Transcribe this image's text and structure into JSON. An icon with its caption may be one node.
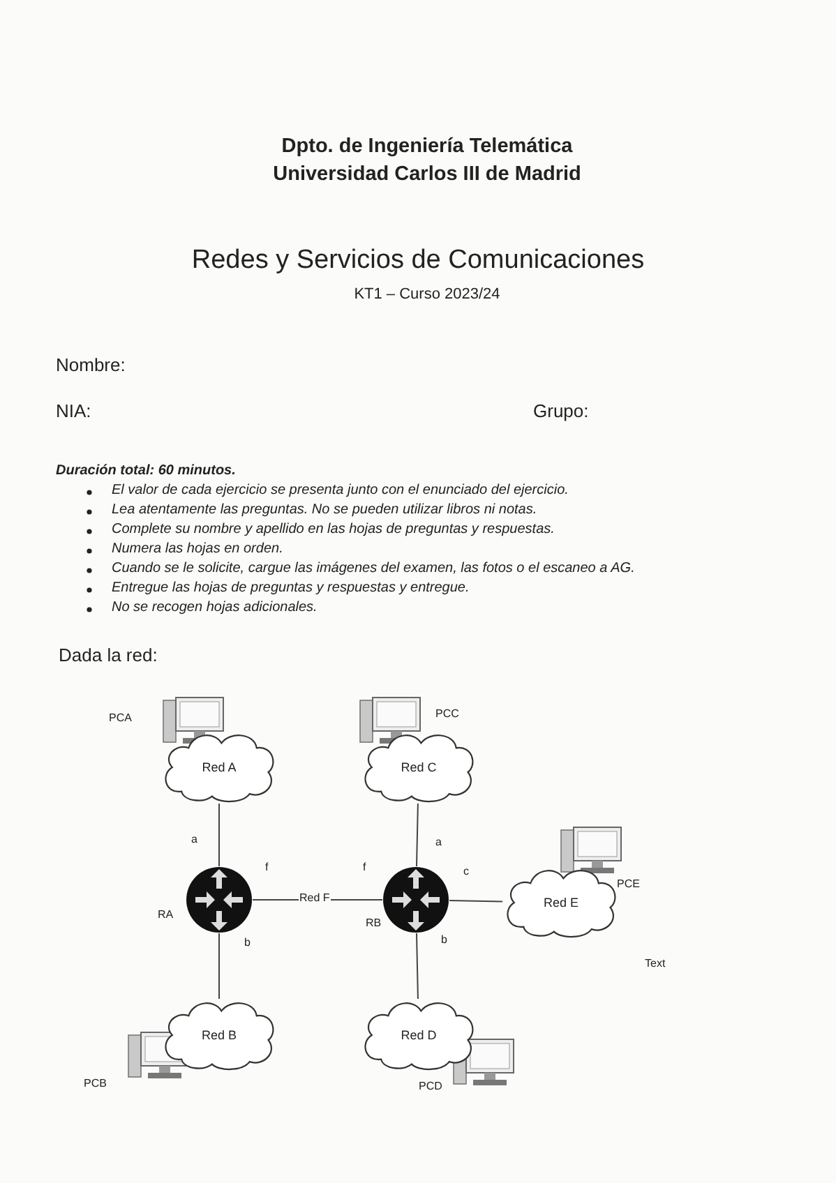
{
  "diagram": {
    "title": "Redes y Servicios de Comunicaciones",
    "nodes": [
      {
        "text": [
          "Red A"
        ]
      },
      {
        "text": [
          "Red C"
        ]
      },
      {
        "text": [],
        "shape": "circle",
        "beside": [
          "RA"
        ]
      },
      {
        "text": [],
        "shape": "circle",
        "beside": [
          "RB"
        ]
      },
      {
        "text": [
          "Red E"
        ]
      },
      {
        "text": [
          "Red B"
        ]
      },
      {
        "text": [
          "Red D"
        ]
      }
    ],
    "edges": [
      {
        "from": 0,
        "to": 2,
        "arrow": "none"
      },
      {
        "from": 2,
        "to": 3,
        "arrow": "none",
        "label": "Red F"
      },
      {
        "from": 1,
        "to": 3,
        "arrow": "none"
      },
      {
        "from": 3,
        "to": 4,
        "arrow": "none"
      },
      {
        "from": 2,
        "to": 5,
        "arrow": "none"
      },
      {
        "from": 3,
        "to": 6,
        "arrow": "none"
      }
    ],
    "labels": [
      "Dpto. de Ingeniería Telemática",
      "Universidad Carlos III de Madrid",
      "KT1 – Curso 2023/24",
      "Nombre:",
      "NIA:",
      "Grupo:",
      "Duración total: 60 minutos.",
      "El valor de cada ejercicio se presenta junto con el enunciado del ejercicio.",
      "Lea atentamente las preguntas. No se pueden utilizar libros ni notas.",
      "Complete su nombre y apellido en las hojas de preguntas y respuestas.",
      "Numera las hojas en orden.",
      "Cuando se le solicite, cargue las imágenes del examen, las fotos o el escaneo a AG.",
      "Entregue las hojas de preguntas y respuestas y entregue.",
      "No se recogen hojas adicionales.",
      "Dada la red:",
      "PCA",
      "PCC",
      "a",
      "f",
      "f",
      "a",
      "c",
      "PCE",
      "b",
      "b",
      "Text",
      "PCB",
      "PCD"
    ]
  }
}
